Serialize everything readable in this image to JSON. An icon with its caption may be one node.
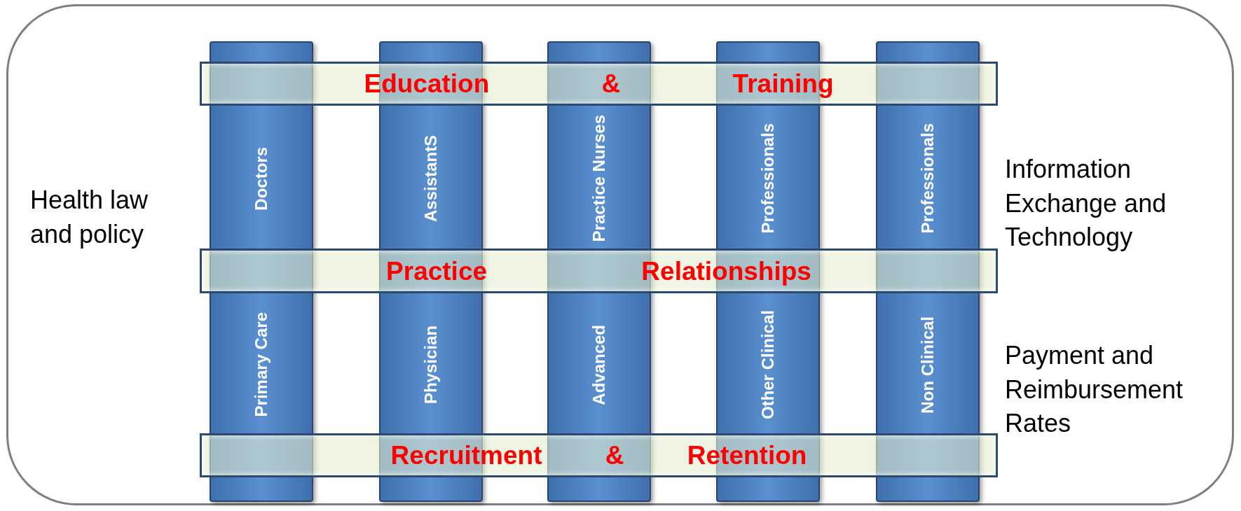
{
  "diagram": {
    "nodes": [
      {
        "text": [],
        "shape": "box"
      },
      {
        "text": [
          "Primary Care",
          "Doctors"
        ],
        "in": 0
      },
      {
        "text": [
          "Physician",
          "AssistantS"
        ],
        "in": 0
      },
      {
        "text": [
          "Advanced",
          "Practice Nurses"
        ],
        "in": 0
      },
      {
        "text": [
          "Other Clinical",
          "Professionals"
        ],
        "in": 0
      },
      {
        "text": [
          "Non Clinical",
          "Professionals"
        ],
        "in": 0
      },
      {
        "text": [
          "Education & Training"
        ],
        "in": 0
      },
      {
        "text": [
          "Practice Relationships"
        ],
        "in": 0
      },
      {
        "text": [
          "Recruitment & Retention"
        ],
        "in": 0
      }
    ],
    "edges": [],
    "labels": [
      "Health law and policy",
      "Information Exchange and Technology",
      "Payment and Reimbursement Rates"
    ]
  }
}
